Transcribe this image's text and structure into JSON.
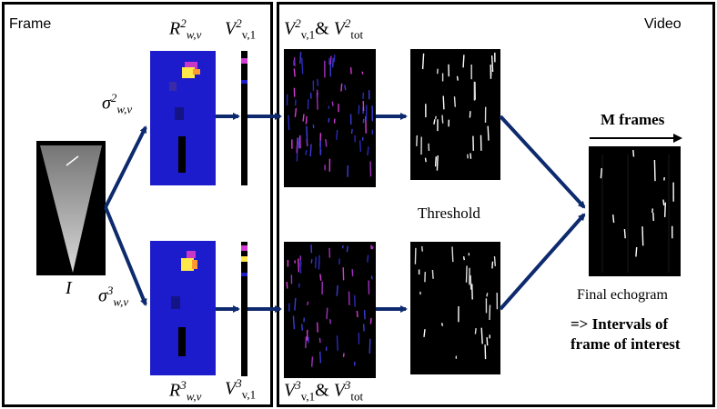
{
  "frame_panel": {
    "title": "Frame"
  },
  "video_panel": {
    "title": "Video"
  },
  "symbols": {
    "R_top": {
      "base": "R",
      "sup": "2",
      "sub": "w,v"
    },
    "V1_top": {
      "base": "V",
      "sup": "2",
      "sub": "v,1"
    },
    "sigma_top": {
      "base": "σ",
      "sup": "2",
      "sub": "w,v"
    },
    "sigma_bottom": {
      "base": "σ",
      "sup": "3",
      "sub": "w,v"
    },
    "R_bottom": {
      "base": "R",
      "sup": "3",
      "sub": "w,v"
    },
    "V1_bottom": {
      "base": "V",
      "sup": "3",
      "sub": "v,1"
    },
    "input_image": "I",
    "combo_top": {
      "a_base": "V",
      "a_sup": "2",
      "a_sub": "v,1",
      "amp": "&",
      "b_base": "V",
      "b_sup": "2",
      "b_sub": "tot"
    },
    "combo_bottom": {
      "a_base": "V",
      "a_sup": "3",
      "a_sub": "v,1",
      "amp": "&",
      "b_base": "V",
      "b_sup": "3",
      "b_sub": "tot"
    }
  },
  "labels": {
    "threshold": "Threshold",
    "m_frames": "M frames",
    "final_echogram": "Final echogram",
    "intervals_line1": "=> Intervals of",
    "intervals_line2": "frame of interest"
  },
  "colors": {
    "arrow": "#0e2a6e",
    "heatmap_bg": "#1c1ccc",
    "ultrasound_bg": "#000000",
    "hot_spot": "#ffe84a",
    "magenta_streak": "#d23cd2"
  }
}
